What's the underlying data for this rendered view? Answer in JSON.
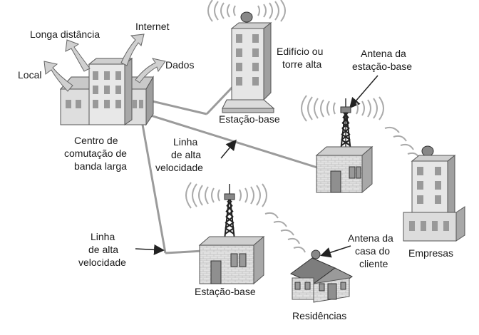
{
  "labels": {
    "local": "Local",
    "longa_distancia": "Longa distância",
    "internet": "Internet",
    "dados": "Dados",
    "centro_line1": "Centro de",
    "centro_line2": "comutação de",
    "centro_line3": "banda larga",
    "edificio_line1": "Edifício ou",
    "edificio_line2": "torre alta",
    "estacao_base_top": "Estação-base",
    "antena_estacao_line1": "Antena da",
    "antena_estacao_line2": "estação-base",
    "linha_mid_line1": "Linha",
    "linha_mid_line2": "de alta",
    "linha_mid_line3": "velocidade",
    "linha_left_line1": "Linha",
    "linha_left_line2": "de alta",
    "linha_left_line3": "velocidade",
    "antena_casa_line1": "Antena da",
    "antena_casa_line2": "casa do",
    "antena_casa_line3": "cliente",
    "empresas": "Empresas",
    "estacao_base_bottom": "Estação-base",
    "residencias": "Residências"
  },
  "colors": {
    "building_light": "#e6e6e6",
    "building_mid": "#c8c8c8",
    "building_dark": "#9a9a9a",
    "line": "#9b9b9b",
    "arrow_fill": "#cfcfcf",
    "text": "#1a1a1a"
  }
}
